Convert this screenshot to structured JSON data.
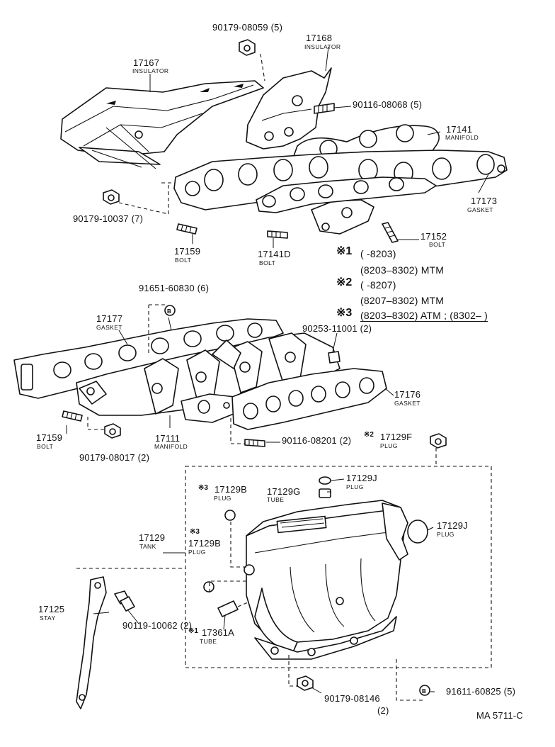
{
  "parts": {
    "nut_90179_08059": {
      "number": "90179-08059 (5)"
    },
    "insulator_17168": {
      "number": "17168",
      "name": "INSULATOR"
    },
    "insulator_17167": {
      "number": "17167",
      "name": "INSULATOR"
    },
    "stud_90116_08068": {
      "number": "90116-08068 (5)"
    },
    "manifold_17141": {
      "number": "17141",
      "name": "MANIFOLD"
    },
    "gasket_17173": {
      "number": "17173",
      "name": "GASKET"
    },
    "nut_90179_10037": {
      "number": "90179-10037 (7)"
    },
    "bolt_17159_top": {
      "number": "17159",
      "name": "BOLT"
    },
    "bolt_17141D": {
      "number": "17141D",
      "name": "BOLT"
    },
    "bolt_17152": {
      "number": "17152",
      "name": "BOLT"
    },
    "nut_91651_60830": {
      "number": "91651-60830 (6)"
    },
    "gasket_17177": {
      "number": "17177",
      "name": "GASKET"
    },
    "plug_90253_11001": {
      "number": "90253-11001 (2)"
    },
    "gasket_17176": {
      "number": "17176",
      "name": "GASKET"
    },
    "bolt_17159_mid": {
      "number": "17159",
      "name": "BOLT"
    },
    "manifold_17111": {
      "number": "17111",
      "name": "MANIFOLD"
    },
    "nut_90179_08017": {
      "number": "90179-08017 (2)"
    },
    "stud_90116_08201": {
      "number": "90116-08201 (2)"
    },
    "plug_17129F": {
      "mark": "※2",
      "number": "17129F",
      "name": "PLUG"
    },
    "plug_17129J_top": {
      "number": "17129J",
      "name": "PLUG"
    },
    "tube_17129G": {
      "number": "17129G",
      "name": "TUBE"
    },
    "plug_17129B_top": {
      "mark": "※3",
      "number": "17129B",
      "name": "PLUG"
    },
    "tank_17129": {
      "number": "17129",
      "name": "TANK"
    },
    "plug_17129B_mid": {
      "mark": "※3",
      "number": "17129B",
      "name": "PLUG"
    },
    "plug_17129J_right": {
      "number": "17129J",
      "name": "PLUG"
    },
    "stay_17125": {
      "number": "17125",
      "name": "STAY"
    },
    "bolt_90119_10062": {
      "number": "90119-10062 (2)"
    },
    "tube_17361A": {
      "mark": "※1",
      "number": "17361A",
      "name": "TUBE"
    },
    "nut_90179_08146": {
      "number": "90179-08146",
      "qty": "(2)"
    },
    "nut_91611_60825": {
      "number": "91611-60825 (5)"
    }
  },
  "notes": [
    {
      "mark": "※1",
      "line1": "(          -8203)",
      "line2": "(8203–8302) MTM"
    },
    {
      "mark": "※2",
      "line1": "(          -8207)",
      "line2": "(8207–8302) MTM"
    },
    {
      "mark": "※3",
      "line1": "(8203–8302) ATM ; (8302–          )"
    }
  ],
  "diagram_id": "MA 5711-C"
}
